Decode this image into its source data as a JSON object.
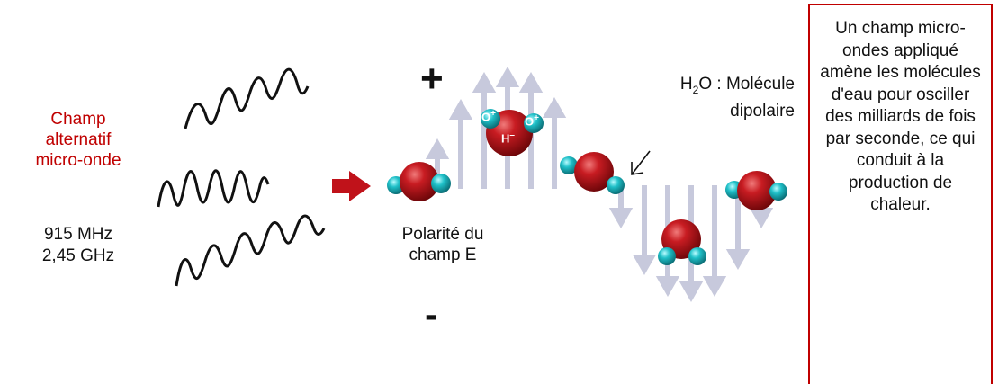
{
  "source": {
    "label": "Champ alternatif micro-onde",
    "frequencies": [
      "915 MHz",
      "2,45 GHz"
    ]
  },
  "field": {
    "plus_sign": "+",
    "minus_sign": "-",
    "polarity_label": "Polarité du champ E"
  },
  "molecule": {
    "label_prefix": "H",
    "label_sub": "2",
    "label_rest": "O : Molécule dipolaire",
    "charge_o": "O",
    "charge_h": "H",
    "charge_plus": "+",
    "charge_minus": "–"
  },
  "explanation": {
    "text": "Un champ micro-ondes appliqué amène les molécules d'eau pour osciller des milliards de fois par seconde, ce qui conduit à la production de chaleur."
  },
  "colors": {
    "red_text": "#c00000",
    "arrow_red": "#c0121a",
    "field_arrows": "#c7c9dc",
    "oxygen": "#b0121b",
    "hydrogen": "#19b7c0"
  }
}
